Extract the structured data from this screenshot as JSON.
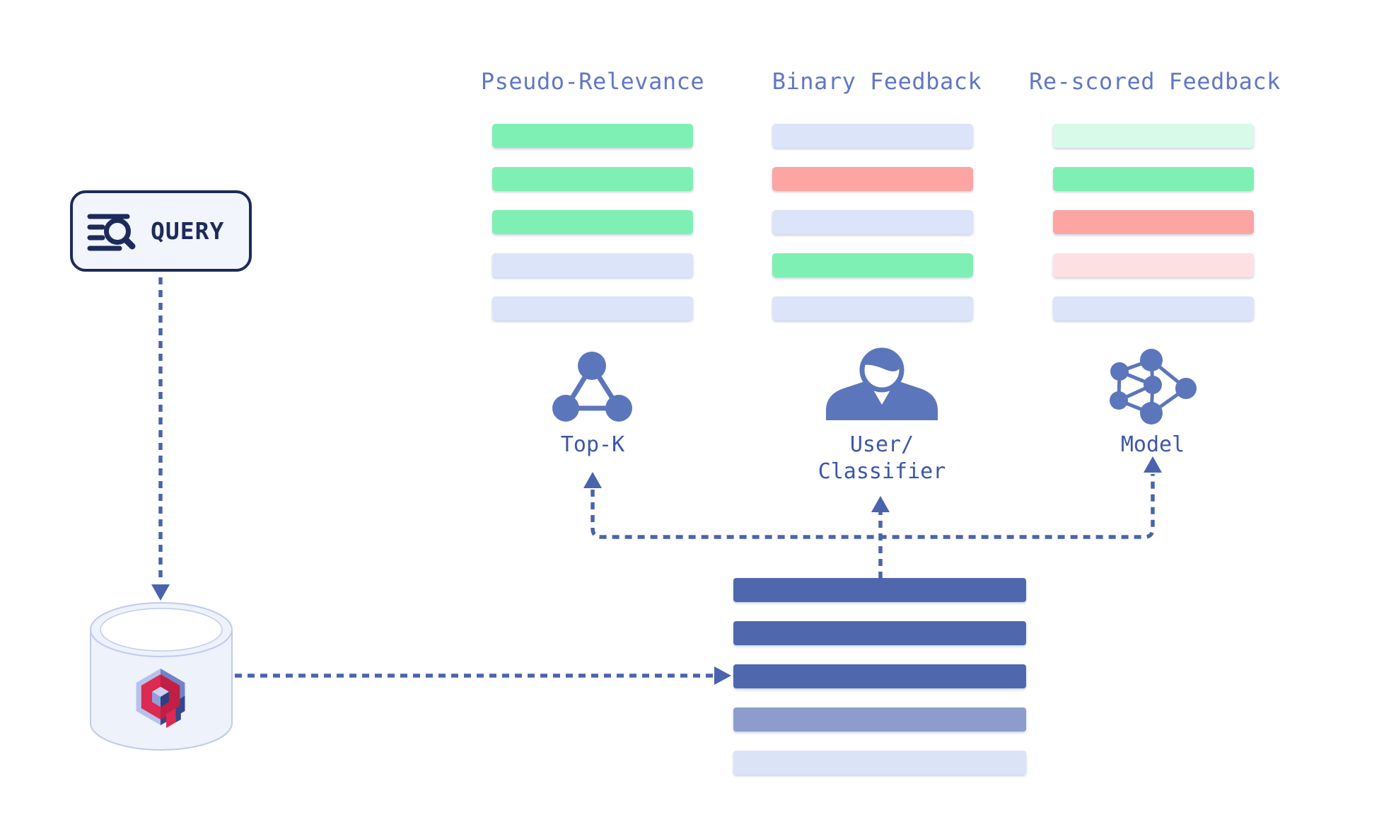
{
  "palette": {
    "green": "#7ff0b3",
    "pale_green": "#d8fae9",
    "salmon": "#fca5a3",
    "pale_pink": "#fde0e2",
    "lavender": "#dbe4f8",
    "indigo": "#4f68ad",
    "periwinkle": "#8d9ccd",
    "pale_indigo": "#dbe3f6",
    "line": "#4a63ad",
    "icon": "#5b76bb",
    "label": "#3c56a9",
    "header": "#6077c3",
    "navy": "#1d2b5a",
    "box_fill": "#f2f6fc",
    "cyl_fill": "#edf2fb",
    "cyl_stroke": "#bfcbed",
    "logo": {
      "red": "#dc2a50",
      "red_dark": "#c11f46",
      "peri_light": "#b7c2ea",
      "peri_mid": "#7083c7",
      "navy_dark": "#35468b",
      "cube_top": "#c9d2f1",
      "cube_left": "#8f9ed8",
      "cube_right": "#2f3f82"
    }
  },
  "query": {
    "label": "QUERY",
    "icon": "search-list-icon"
  },
  "database": {
    "icon": "qdrant-logo"
  },
  "columns": [
    {
      "header": "Pseudo-Relevance",
      "bars": [
        "green",
        "green",
        "green",
        "lavender",
        "lavender"
      ],
      "icon": "top-k-network-icon",
      "label_lines": [
        "Top-K"
      ]
    },
    {
      "header": "Binary Feedback",
      "bars": [
        "lavender",
        "salmon",
        "lavender",
        "green",
        "lavender"
      ],
      "icon": "user-icon",
      "label_lines": [
        "User/",
        "Classifier"
      ]
    },
    {
      "header": "Re-scored Feedback",
      "bars": [
        "pale_green",
        "green",
        "salmon",
        "pale_pink",
        "lavender"
      ],
      "icon": "neural-network-icon",
      "label_lines": [
        "Model"
      ]
    }
  ],
  "results": {
    "bars": [
      "indigo",
      "indigo",
      "indigo",
      "periwinkle",
      "pale_indigo"
    ]
  }
}
